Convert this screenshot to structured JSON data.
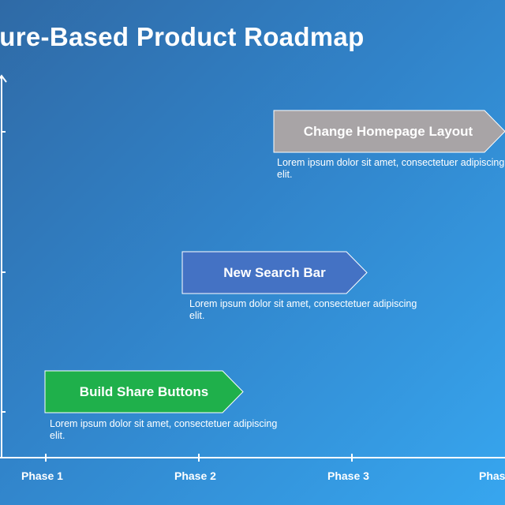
{
  "title": "ture-Based Product Roadmap",
  "features": [
    {
      "label": "Build Share Buttons",
      "description": "Lorem ipsum dolor sit amet, consectetuer adipiscing elit.",
      "color": "#1fb04b"
    },
    {
      "label": "New Search Bar",
      "description": "Lorem ipsum dolor sit amet, consectetuer adipiscing elit.",
      "color": "#4472c4"
    },
    {
      "label": "Change Homepage Layout",
      "description": "Lorem ipsum dolor sit amet, consectetuer adipiscing elit.",
      "color": "#a8a4a6"
    }
  ],
  "phases": [
    "Phase 1",
    "Phase 2",
    "Phase 3",
    "Phas"
  ],
  "colors": {
    "axis": "#ffffff",
    "text": "#ffffff"
  }
}
